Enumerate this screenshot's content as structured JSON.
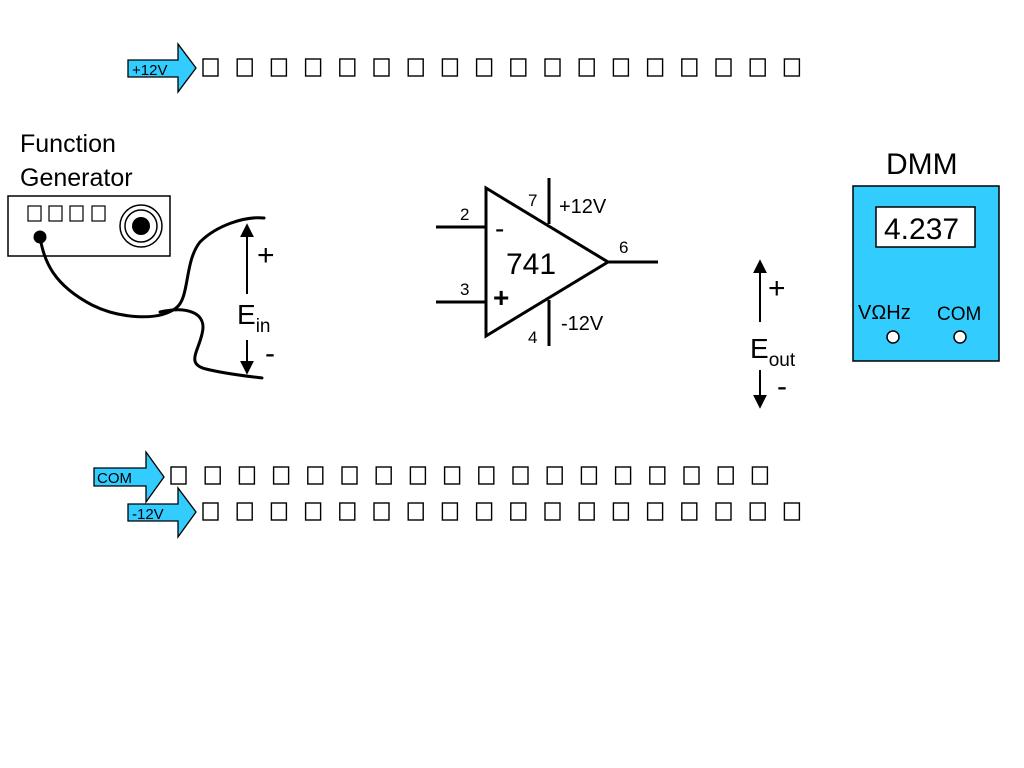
{
  "colors": {
    "accent": "#33ccff",
    "line": "#000000",
    "background": "#ffffff"
  },
  "rails": {
    "top_label": "+12V",
    "com_label": "COM",
    "bottom_label": "-12V"
  },
  "function_generator": {
    "title_line1": "Function",
    "title_line2": "Generator",
    "buttons": [
      "",
      "",
      "",
      ""
    ],
    "output_icon": "bnc-connector-icon"
  },
  "input_signal": {
    "plus": "+",
    "minus": "-",
    "label_main": "E",
    "label_sub": "in"
  },
  "opamp": {
    "part": "741",
    "inverting_symbol": "-",
    "noninverting_symbol": "+",
    "pin_inverting": "2",
    "pin_noninverting": "3",
    "pin_vplus": "7",
    "pin_vminus": "4",
    "pin_output": "6",
    "vplus_label": "+12V",
    "vminus_label": "-12V"
  },
  "output_signal": {
    "plus": "+",
    "minus": "-",
    "label_main": "E",
    "label_sub": "out"
  },
  "dmm": {
    "title": "DMM",
    "reading": "4.237",
    "jack_voltage_label": "VΩHz",
    "jack_com_label": "COM"
  }
}
